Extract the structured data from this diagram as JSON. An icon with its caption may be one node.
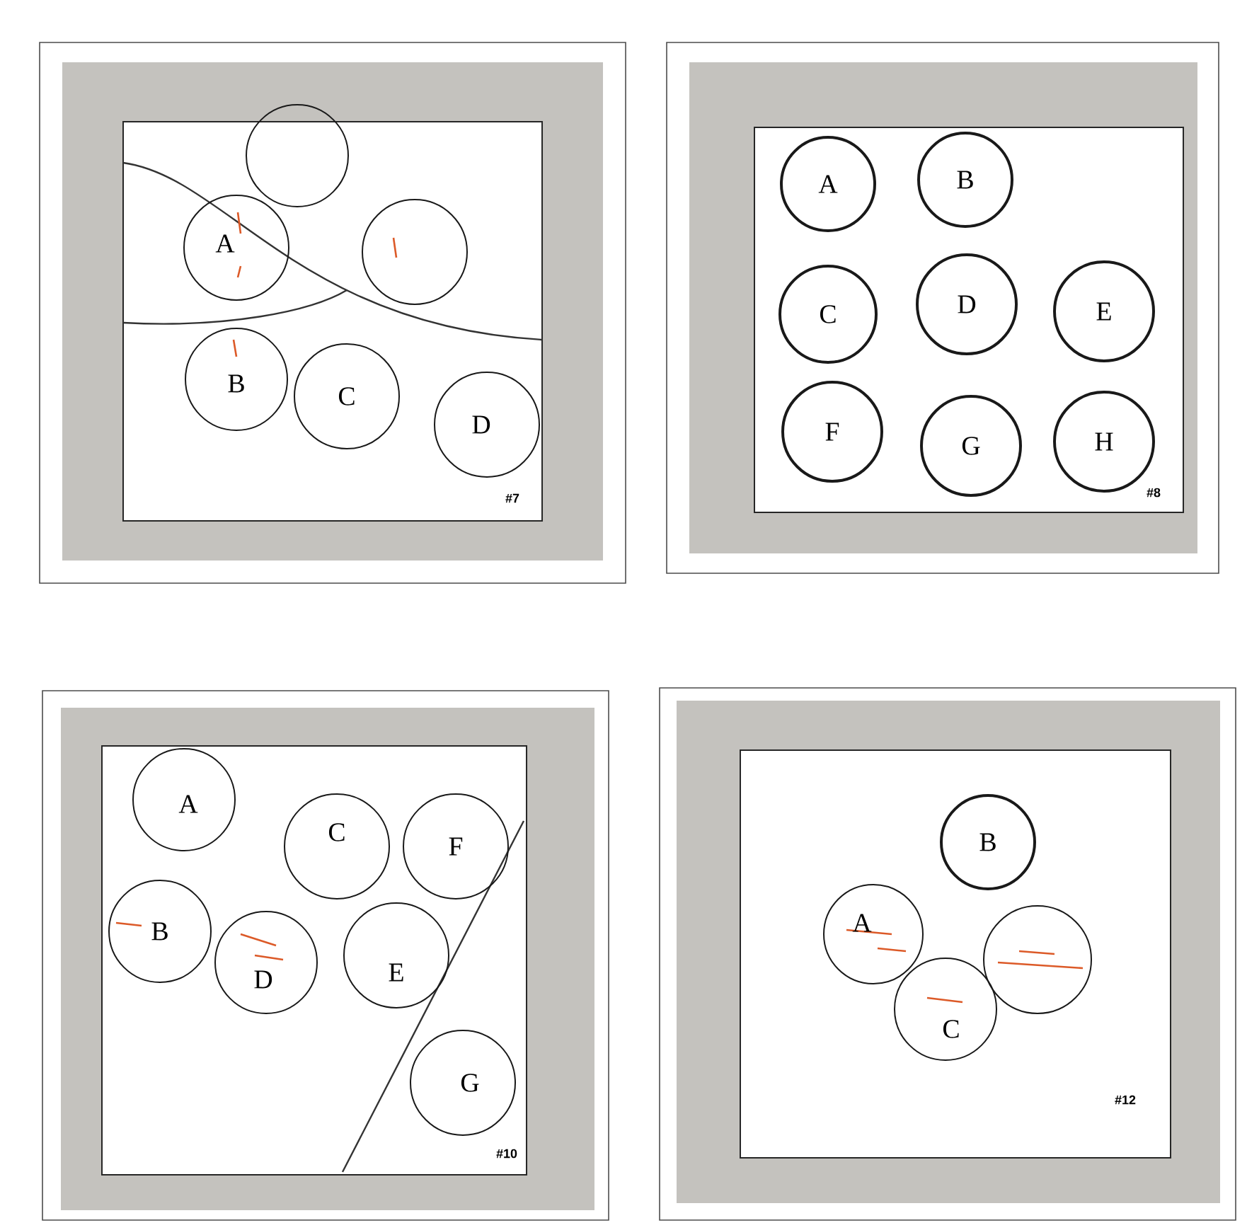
{
  "diagram": {
    "nodes": [
      {
        "text": [
          "#7"
        ]
      },
      {
        "text": [],
        "shape": "circle",
        "in": 0
      },
      {
        "text": [
          "A"
        ],
        "in": 0
      },
      {
        "text": [],
        "shape": "circle",
        "in": 0
      },
      {
        "text": [
          "B"
        ],
        "in": 0
      },
      {
        "text": [
          "C"
        ],
        "in": 0
      },
      {
        "text": [
          "D"
        ],
        "in": 0
      },
      {
        "text": [
          "#8"
        ]
      },
      {
        "text": [
          "A"
        ],
        "in": 7
      },
      {
        "text": [
          "B"
        ],
        "in": 7
      },
      {
        "text": [
          "C"
        ],
        "in": 7
      },
      {
        "text": [
          "D"
        ],
        "in": 7
      },
      {
        "text": [
          "E"
        ],
        "in": 7
      },
      {
        "text": [
          "F"
        ],
        "in": 7
      },
      {
        "text": [
          "G"
        ],
        "in": 7
      },
      {
        "text": [
          "H"
        ],
        "in": 7
      },
      {
        "text": [
          "#10"
        ]
      },
      {
        "text": [
          "A"
        ],
        "in": 16
      },
      {
        "text": [
          "C"
        ],
        "in": 16
      },
      {
        "text": [
          "F"
        ],
        "in": 16
      },
      {
        "text": [
          "B"
        ],
        "in": 16
      },
      {
        "text": [
          "D"
        ],
        "in": 16
      },
      {
        "text": [
          "E"
        ],
        "in": 16
      },
      {
        "text": [
          "G"
        ],
        "in": 16
      },
      {
        "text": [
          "#12"
        ]
      },
      {
        "text": [
          "B"
        ],
        "in": 24
      },
      {
        "text": [
          "A"
        ],
        "in": 24
      },
      {
        "text": [],
        "shape": "circle",
        "in": 24
      },
      {
        "text": [
          "C"
        ],
        "in": 24
      }
    ]
  }
}
